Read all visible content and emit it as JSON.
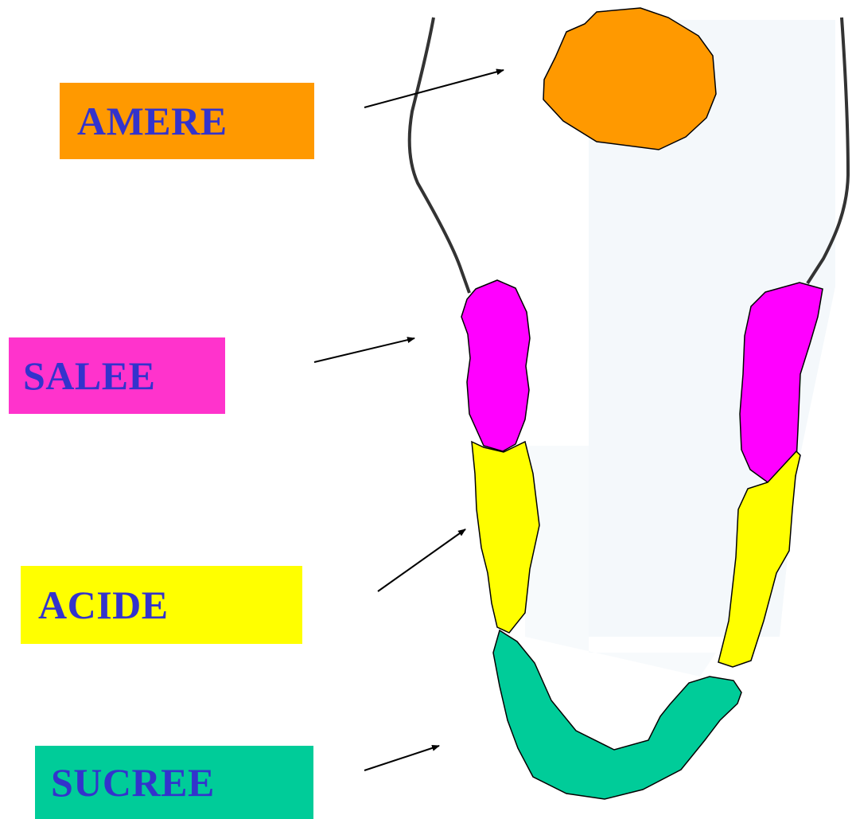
{
  "labels": {
    "amere": "AMERE",
    "salee": "SALEE",
    "acide": "ACIDE",
    "sucree": "SUCREE"
  },
  "colors": {
    "text": "#3333cc",
    "amere": "#ff9900",
    "salee": "#ff33cc",
    "acide": "#ffff00",
    "sucree": "#00cc99",
    "salee_region": "#ff00ff",
    "outline": "#000000",
    "tongue_edge": "#333333",
    "tongue_shade": "#f4f8fb"
  }
}
